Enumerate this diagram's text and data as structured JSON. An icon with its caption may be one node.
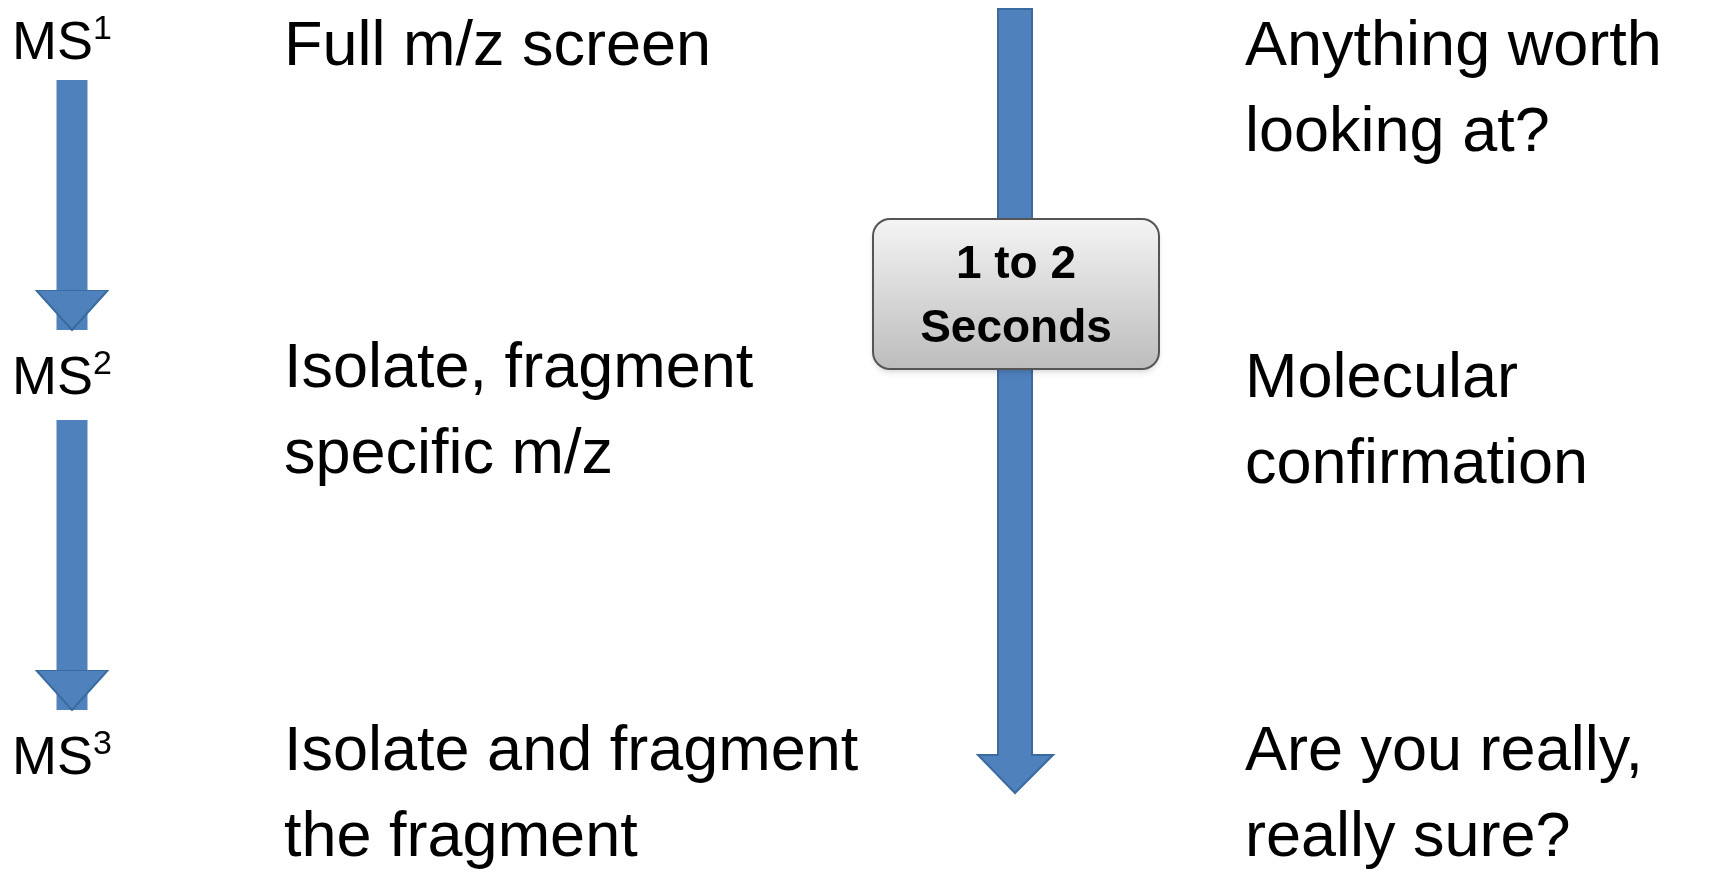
{
  "diagram": {
    "nodes": [
      {
        "text": [
          "MS$^{1}$"
        ]
      },
      {
        "text": [
          "MS$^{2}$"
        ]
      },
      {
        "text": [
          "MS$^{3}$"
        ]
      },
      {
        "text": [
          "1 to 2 Seconds"
        ]
      }
    ],
    "edges": [
      {
        "from": 0,
        "to": 1,
        "arrow": "to"
      },
      {
        "from": 1,
        "to": 2,
        "arrow": "to"
      }
    ],
    "labels": [
      "Full m/z screen",
      "Anything worth looking at?",
      "Isolate, fragment specific m/z",
      "Molecular confirmation",
      "Isolate and fragment the fragment",
      "Are you really, really sure?"
    ]
  }
}
